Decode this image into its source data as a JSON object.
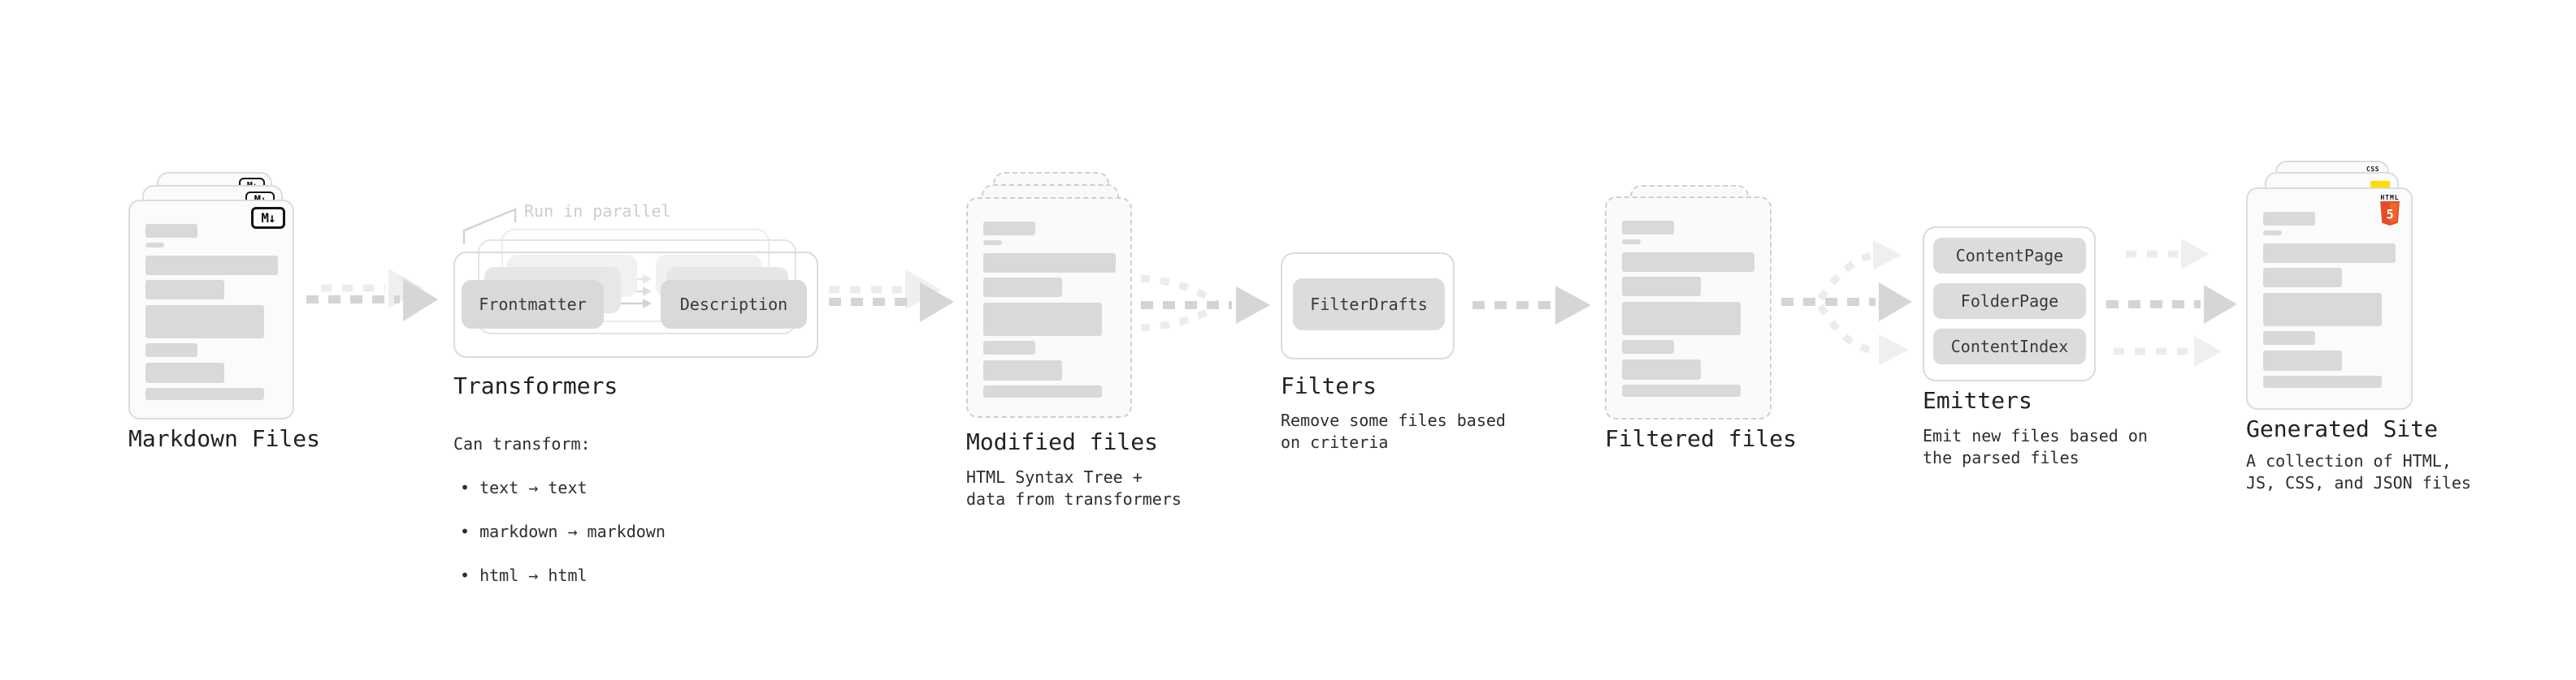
{
  "stages": {
    "markdown": {
      "title": "Markdown Files"
    },
    "transformers": {
      "title": "Transformers",
      "annotation": "Run in parallel",
      "desc_heading": "Can transform:",
      "bullets": [
        "• text → text",
        "• markdown → markdown",
        "• html → html"
      ],
      "left_box": "Frontmatter",
      "right_box": "Description"
    },
    "modified": {
      "title": "Modified files",
      "subtitle": "HTML Syntax Tree +\ndata from transformers"
    },
    "filters": {
      "title": "Filters",
      "subtitle": "Remove some files based\non criteria",
      "box": "FilterDrafts"
    },
    "filtered": {
      "title": "Filtered files"
    },
    "emitters": {
      "title": "Emitters",
      "subtitle": "Emit new files based on\nthe parsed files",
      "boxes": [
        "ContentPage",
        "FolderPage",
        "ContentIndex"
      ]
    },
    "generated": {
      "title": "Generated Site",
      "subtitle": "A collection of HTML,\nJS, CSS, and JSON files"
    }
  },
  "icons": {
    "markdown_badge": "M↓",
    "html5_label": "HTML",
    "html5_number": "5",
    "css_badge": "CSS"
  },
  "colors": {
    "html5_orange": "#e44d26",
    "js_yellow": "#ffdd00",
    "css_blue": "#2965f1",
    "card_line_gray": "#d9d9d9",
    "arrow_gray": "#d4d4d4"
  }
}
